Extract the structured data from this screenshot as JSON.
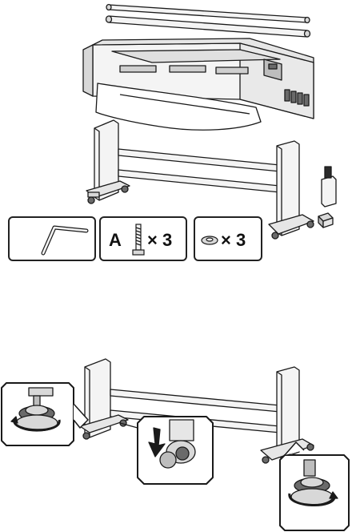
{
  "parts": {
    "bolt_letter": "A",
    "bolt_count": "× 3",
    "washer_count": "× 3"
  },
  "icons": {
    "hex_key": "hex-key-icon",
    "bolt": "bolt-icon",
    "washer": "washer-icon",
    "rotate": "rotate-arrow-icon",
    "down": "down-arrow-icon"
  },
  "colors": {
    "line": "#1a1a1a",
    "fill_light": "#f4f4f4",
    "fill_mid": "#d8d8d8",
    "fill_dark": "#6a6a6a"
  }
}
